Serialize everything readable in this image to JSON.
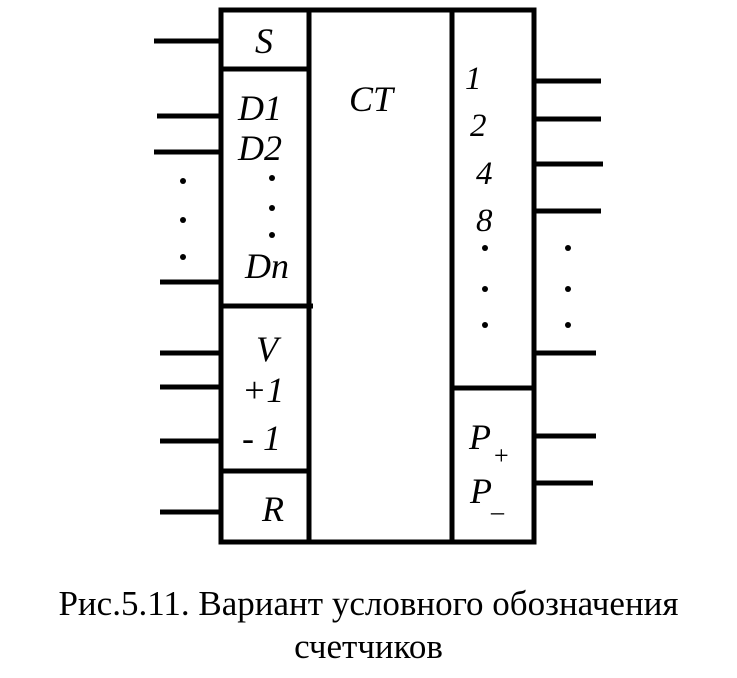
{
  "block": {
    "title": "CT",
    "inputs": {
      "set": "S",
      "data": [
        "D1",
        "D2",
        "Dn"
      ],
      "enable": "V",
      "count_up": "+1",
      "count_down": "- 1",
      "reset": "R"
    },
    "outputs": {
      "weights": [
        "1",
        "2",
        "4",
        "8"
      ],
      "carry_plus": "P",
      "carry_plus_sub": "+",
      "carry_minus": "P",
      "carry_minus_sub": "_"
    }
  },
  "caption": {
    "line1": "Рис.5.11. Вариант условного обозначения",
    "line2": "счетчиков"
  }
}
